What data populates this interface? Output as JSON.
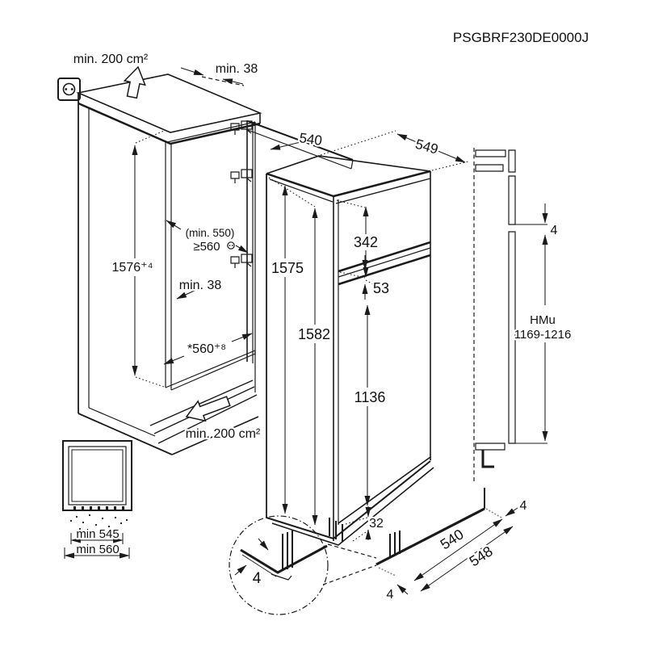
{
  "drawing": {
    "part_number": "PSGBRF230DE0000J",
    "colors": {
      "line": "#1a1a1a",
      "background": "#ffffff"
    },
    "cabinet": {
      "vent_top": "min. 200 cm²",
      "top_clearance": "min. 38",
      "door_width": "540",
      "niche_depth_note": "(min. 550)",
      "niche_depth": "≥560",
      "niche_height": "1576⁺⁴",
      "side_clearance": "min. 38",
      "floor_depth": "*560⁺⁸",
      "vent_bottom": "min. 200 cm²"
    },
    "appliance": {
      "depth": "549",
      "height": "1575",
      "height_back": "1582",
      "upper_door_height": "342",
      "door_gap": "53",
      "lower_door_height": "1136",
      "bottom_gap": "32"
    },
    "side_panel": {
      "top_gap": "4",
      "label": "HMu",
      "range": "1169-1216"
    },
    "plinth": {
      "cutout_width": "540",
      "outer_width": "548",
      "side_gap_right": "4",
      "side_gap_left": "4"
    },
    "detail": {
      "panel_thickness": "4"
    },
    "top_view": {
      "inner_width": "min 545",
      "outer_width": "min 560"
    }
  }
}
